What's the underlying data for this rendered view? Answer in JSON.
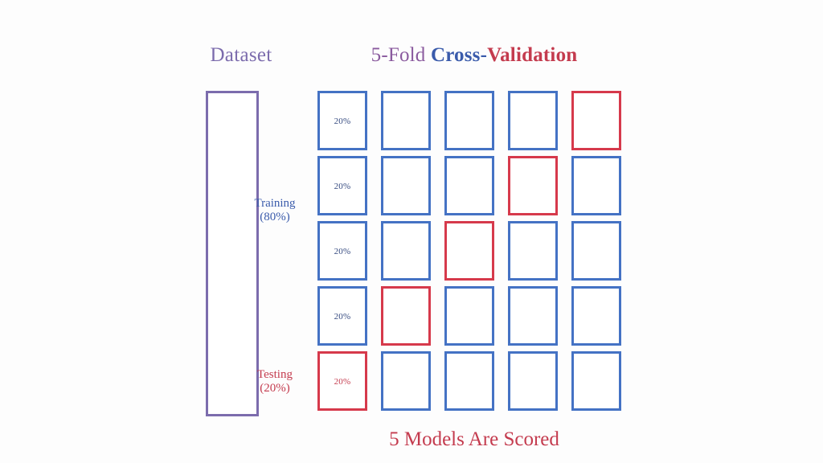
{
  "headings": {
    "dataset": "Dataset",
    "main_title_parts": [
      "5-Fold ",
      "Cross-",
      "Validation"
    ],
    "main_title_full": "5-Fold Cross-Validation",
    "footer": "5 Models Are Scored"
  },
  "side_labels": {
    "training_name": "Training",
    "training_pct": "(80%)",
    "testing_name": "Testing",
    "testing_pct": "(20%)"
  },
  "colors": {
    "train_blue": "#4472c4",
    "train_text_blue": "#34497f",
    "test_red": "#d6394b",
    "test_text_red": "#c43b4e",
    "dataset_purple": "#7c6cad",
    "title_purple": "#8a5a9e",
    "title_blue": "#3a5bab",
    "background": "#fdfdfd"
  },
  "chart_data": {
    "type": "diagram",
    "title": "5-Fold Cross-Validation",
    "subtitle": "5 Models Are Scored",
    "folds": 5,
    "rows": 5,
    "fold_share_label": "20%",
    "training_share_label": "80%",
    "testing_share_label": "20%",
    "columns": [
      {
        "fold": 1,
        "test_row": 5
      },
      {
        "fold": 2,
        "test_row": 4
      },
      {
        "fold": 3,
        "test_row": 3
      },
      {
        "fold": 4,
        "test_row": 2
      },
      {
        "fold": 5,
        "test_row": 1
      }
    ],
    "legend": [
      {
        "name": "Training (80%)",
        "color": "#4472c4"
      },
      {
        "name": "Testing (20%)",
        "color": "#d6394b"
      }
    ]
  },
  "cells": [
    {
      "id": "c1r1",
      "col": 1,
      "row": 1,
      "role": "train",
      "label": "20%"
    },
    {
      "id": "c1r2",
      "col": 1,
      "row": 2,
      "role": "train",
      "label": "20%"
    },
    {
      "id": "c1r3",
      "col": 1,
      "row": 3,
      "role": "train",
      "label": "20%"
    },
    {
      "id": "c1r4",
      "col": 1,
      "row": 4,
      "role": "train",
      "label": "20%"
    },
    {
      "id": "c1r5",
      "col": 1,
      "row": 5,
      "role": "test",
      "label": "20%"
    },
    {
      "id": "c2r1",
      "col": 2,
      "row": 1,
      "role": "train",
      "label": ""
    },
    {
      "id": "c2r2",
      "col": 2,
      "row": 2,
      "role": "train",
      "label": ""
    },
    {
      "id": "c2r3",
      "col": 2,
      "row": 3,
      "role": "train",
      "label": ""
    },
    {
      "id": "c2r4",
      "col": 2,
      "row": 4,
      "role": "test",
      "label": ""
    },
    {
      "id": "c2r5",
      "col": 2,
      "row": 5,
      "role": "train",
      "label": ""
    },
    {
      "id": "c3r1",
      "col": 3,
      "row": 1,
      "role": "train",
      "label": ""
    },
    {
      "id": "c3r2",
      "col": 3,
      "row": 2,
      "role": "train",
      "label": ""
    },
    {
      "id": "c3r3",
      "col": 3,
      "row": 3,
      "role": "test",
      "label": ""
    },
    {
      "id": "c3r4",
      "col": 3,
      "row": 4,
      "role": "train",
      "label": ""
    },
    {
      "id": "c3r5",
      "col": 3,
      "row": 5,
      "role": "train",
      "label": ""
    },
    {
      "id": "c4r1",
      "col": 4,
      "row": 1,
      "role": "train",
      "label": ""
    },
    {
      "id": "c4r2",
      "col": 4,
      "row": 2,
      "role": "test",
      "label": ""
    },
    {
      "id": "c4r3",
      "col": 4,
      "row": 3,
      "role": "train",
      "label": ""
    },
    {
      "id": "c4r4",
      "col": 4,
      "row": 4,
      "role": "train",
      "label": ""
    },
    {
      "id": "c4r5",
      "col": 4,
      "row": 5,
      "role": "train",
      "label": ""
    },
    {
      "id": "c5r1",
      "col": 5,
      "row": 1,
      "role": "test",
      "label": ""
    },
    {
      "id": "c5r2",
      "col": 5,
      "row": 2,
      "role": "train",
      "label": ""
    },
    {
      "id": "c5r3",
      "col": 5,
      "row": 3,
      "role": "train",
      "label": ""
    },
    {
      "id": "c5r4",
      "col": 5,
      "row": 4,
      "role": "train",
      "label": ""
    },
    {
      "id": "c5r5",
      "col": 5,
      "row": 5,
      "role": "train",
      "label": ""
    }
  ]
}
